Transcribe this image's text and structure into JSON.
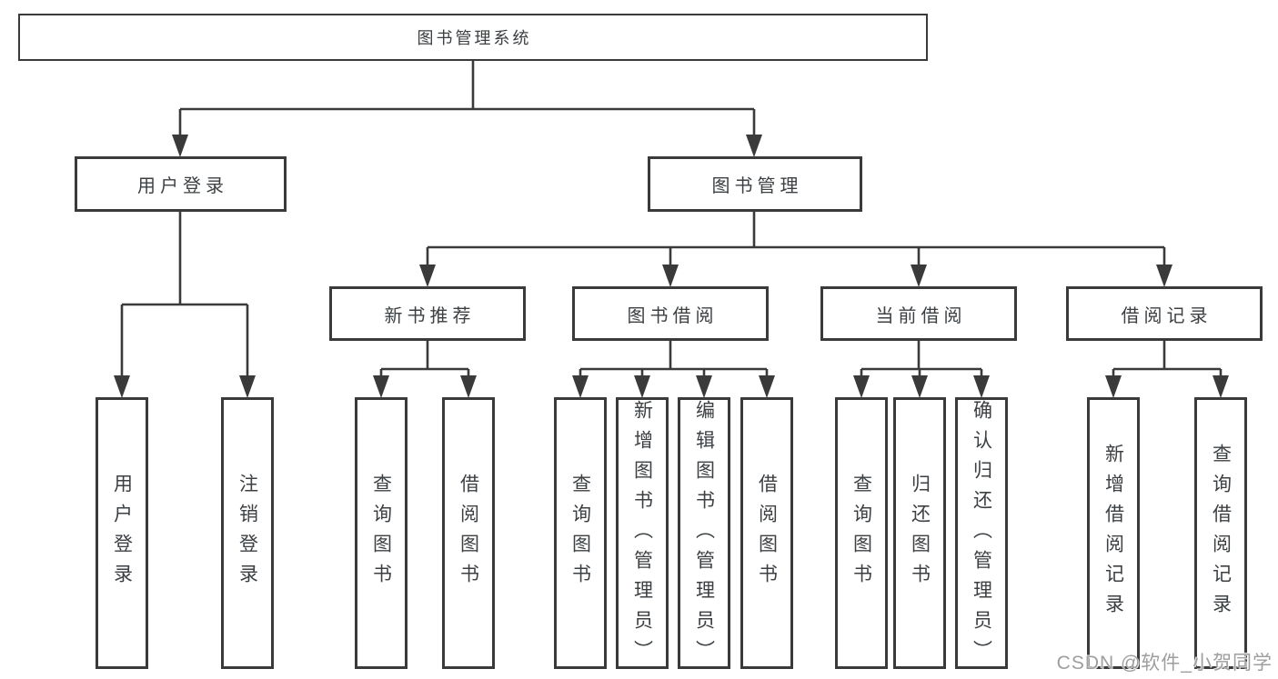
{
  "tree": {
    "root": {
      "label": "图书管理系统",
      "children": [
        {
          "label": "用户登录",
          "children": [
            {
              "label": "用户登录"
            },
            {
              "label": "注销登录"
            }
          ]
        },
        {
          "label": "图书管理",
          "children": [
            {
              "label": "新书推荐",
              "children": [
                {
                  "label": "查询图书"
                },
                {
                  "label": "借阅图书"
                }
              ]
            },
            {
              "label": "图书借阅",
              "children": [
                {
                  "label": "查询图书"
                },
                {
                  "label": "新增图书（管理员）"
                },
                {
                  "label": "编辑图书（管理员）"
                },
                {
                  "label": "借阅图书"
                }
              ]
            },
            {
              "label": "当前借阅",
              "children": [
                {
                  "label": "查询图书"
                },
                {
                  "label": "归还图书"
                },
                {
                  "label": "确认归还（管理员）"
                }
              ]
            },
            {
              "label": "借阅记录",
              "children": [
                {
                  "label": "新增借阅记录"
                },
                {
                  "label": "查询借阅记录"
                }
              ]
            }
          ]
        }
      ]
    }
  },
  "watermark": {
    "text": "CSDN @软件_小贺同学"
  },
  "colors": {
    "line": "#3a3a3a",
    "box_border": "#3a3a3a",
    "text": "#3c4043",
    "watermark": "#9e9e9e",
    "background": "#ffffff"
  }
}
